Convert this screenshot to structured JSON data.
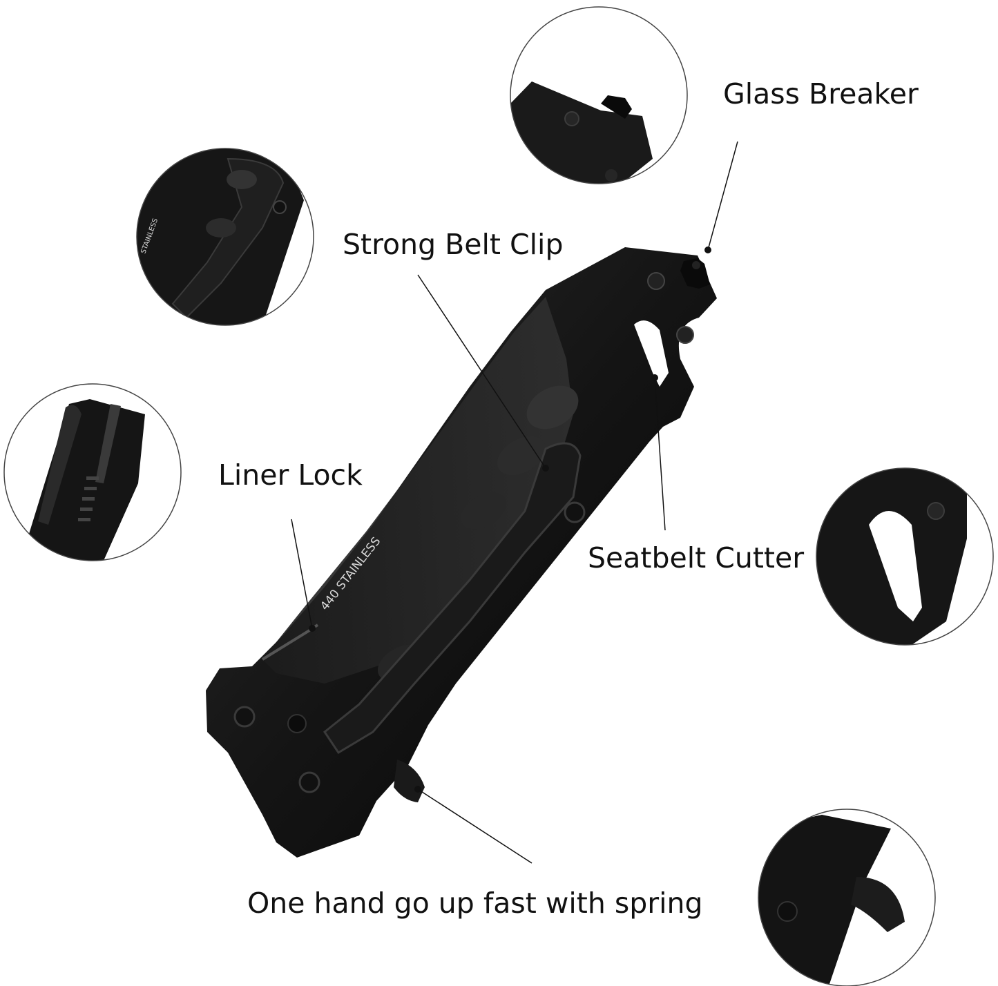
{
  "labels": {
    "glass_breaker": "Glass Breaker",
    "belt_clip": "Strong Belt Clip",
    "liner_lock": "Liner Lock",
    "seatbelt_cutter": "Seatbelt Cutter",
    "spring": "One hand go up fast with spring"
  },
  "engraving": {
    "blade_main": "440 STAINLESS",
    "blade_detail": "STAINLESS"
  },
  "colors": {
    "background": "#ffffff",
    "knife_body": "#151515",
    "knife_highlight": "#2e2e2e",
    "leader_line": "#111111",
    "detail_ring": "#444444"
  },
  "icons": [
    "knife",
    "glass-breaker",
    "belt-clip",
    "liner-lock",
    "seatbelt-cutter",
    "flipper-spring"
  ]
}
